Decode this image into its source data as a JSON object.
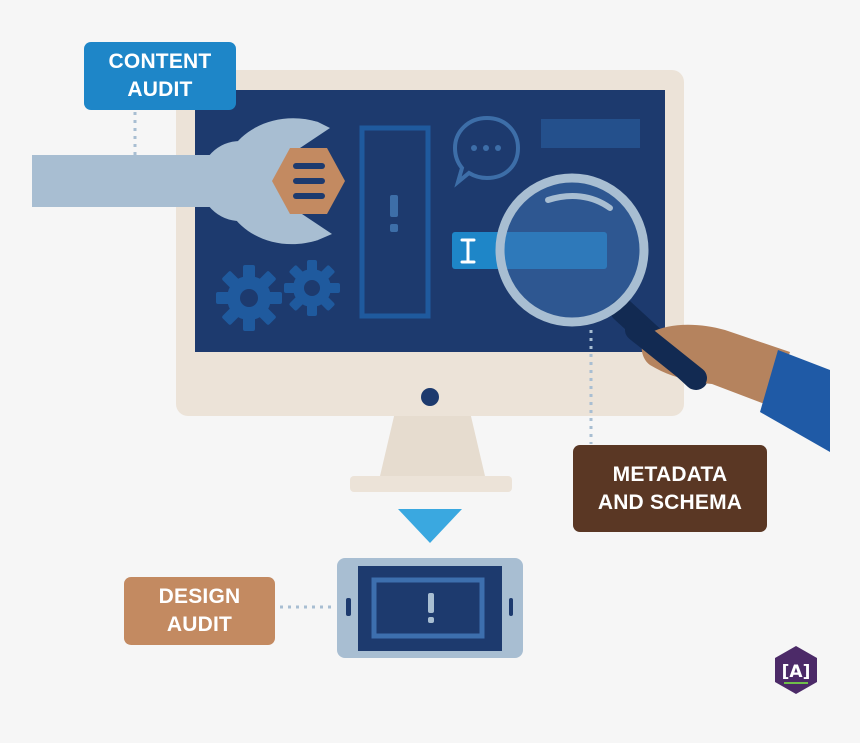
{
  "labels": {
    "content_audit": {
      "line1": "CONTENT",
      "line2": "AUDIT"
    },
    "metadata_schema": {
      "line1": "METADATA",
      "line2": "AND SCHEMA"
    },
    "design_audit": {
      "line1": "DESIGN",
      "line2": "AUDIT"
    }
  },
  "logo": {
    "text": "[A]"
  },
  "colors": {
    "background": "#f6f6f6",
    "monitor_frame": "#ece3d8",
    "screen": "#1d3a6e",
    "content_audit_label": "#1e86c8",
    "metadata_label": "#5a3724",
    "design_audit_label": "#c38a61",
    "accent_blue": "#3aa8e0",
    "logo_purple": "#4c2a68"
  },
  "icons": [
    "wrench-icon",
    "bolt-icon",
    "gear-icon",
    "chat-bubble-icon",
    "warning-icon",
    "text-cursor-icon",
    "magnifying-glass-icon",
    "hand-icon",
    "down-arrow-icon",
    "smartphone-icon"
  ]
}
